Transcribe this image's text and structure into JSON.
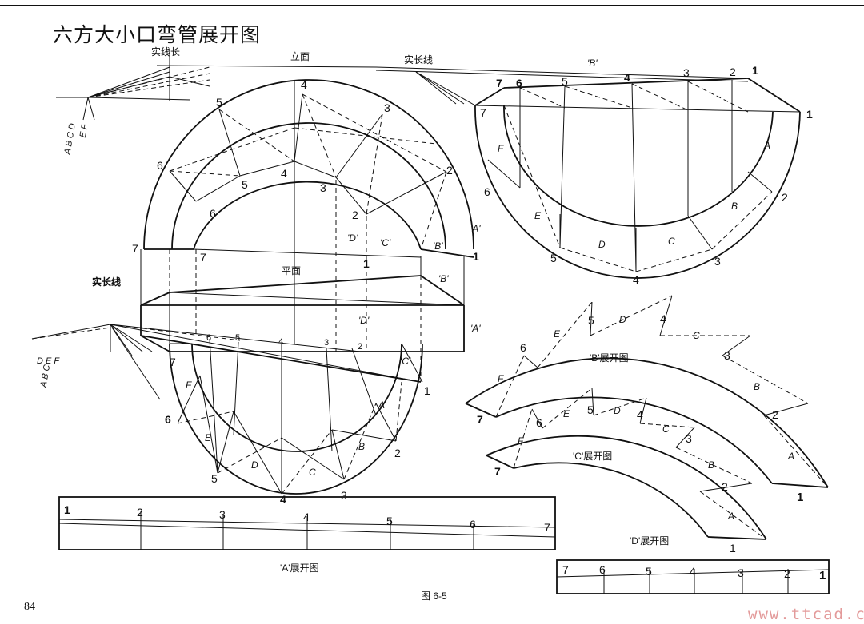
{
  "title": "六方大小口弯管展开图",
  "page_number": "84",
  "figure_caption": "图 6-5",
  "watermark": "www.ttcad.com",
  "views": {
    "elevation": "立面",
    "plan": "平面",
    "true_length": "实线长",
    "true_length_line": "实长线",
    "true_length_line_2": "实长线"
  },
  "developments": {
    "a": "'A'展开图",
    "b": "'B'展开图",
    "c": "'C'展开图",
    "d": "'D'展开图"
  },
  "section_tags": {
    "a1": "'A'",
    "a2": "'A'",
    "b1": "'B'",
    "b2": "'B'",
    "b3": "'B'",
    "c1": "'C'",
    "c2": "'C'",
    "d1": "'D'",
    "d2": "'D'"
  },
  "point_numbers": [
    "1",
    "2",
    "3",
    "4",
    "5",
    "6",
    "7"
  ],
  "face_letters": [
    "A",
    "B",
    "C",
    "D",
    "E",
    "F"
  ],
  "letter_stacks": {
    "left_top": "A B C D",
    "left_top_ef": "E F",
    "left_mid": "D E F",
    "left_mid_abc": "A B C"
  },
  "a_strip": {
    "top_numbers": [
      "1",
      "2",
      "3",
      "4",
      "5",
      "6",
      "7"
    ]
  },
  "d_strip": {
    "top_numbers": [
      "7",
      "6",
      "5",
      "4",
      "3",
      "2",
      "1"
    ]
  }
}
